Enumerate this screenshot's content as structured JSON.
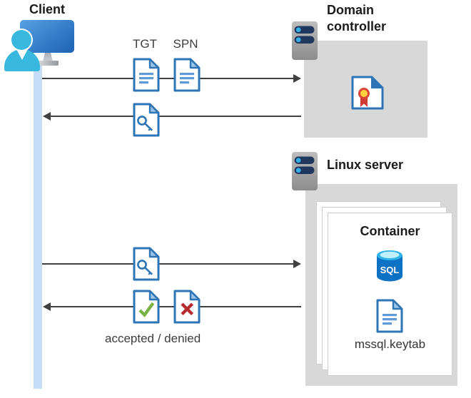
{
  "client": {
    "label": "Client"
  },
  "flow": {
    "tgt": "TGT",
    "spn": "SPN",
    "accepted_denied": "accepted / denied"
  },
  "domain_controller": {
    "label": "Domain controller"
  },
  "linux_server": {
    "label": "Linux server"
  },
  "container": {
    "label": "Container",
    "sql": "SQL",
    "keytab": "mssql.keytab"
  },
  "icons": {
    "client": "user-at-workstation-icon",
    "server": "server-icon",
    "tgt": "document-icon",
    "spn": "document-icon",
    "service_ticket": "key-document-icon",
    "certificate": "certificate-document-icon",
    "sql_database": "sql-database-icon",
    "keytab_file": "document-icon",
    "accepted": "check-document-icon",
    "denied": "x-document-icon"
  },
  "colors": {
    "doc_border": "#2E75B6",
    "doc_fold": "#9DC3E6",
    "doc_lines": "#5C9BD6",
    "zone_gray": "#D8D8D8",
    "lifeline": "#C5DDF6",
    "arrow": "#404040",
    "check_green": "#77B243",
    "cross_red": "#B52C30",
    "rosette_red": "#DB4437",
    "rosette_yellow": "#FFD23E",
    "sql_body": "#0E72C4",
    "sql_top": "#3FBDEF",
    "server_bar": "#20375E",
    "server_dot": "#35AEE8",
    "person_cyan": "#38B8DE",
    "monitor_blue": "#2268B8"
  }
}
